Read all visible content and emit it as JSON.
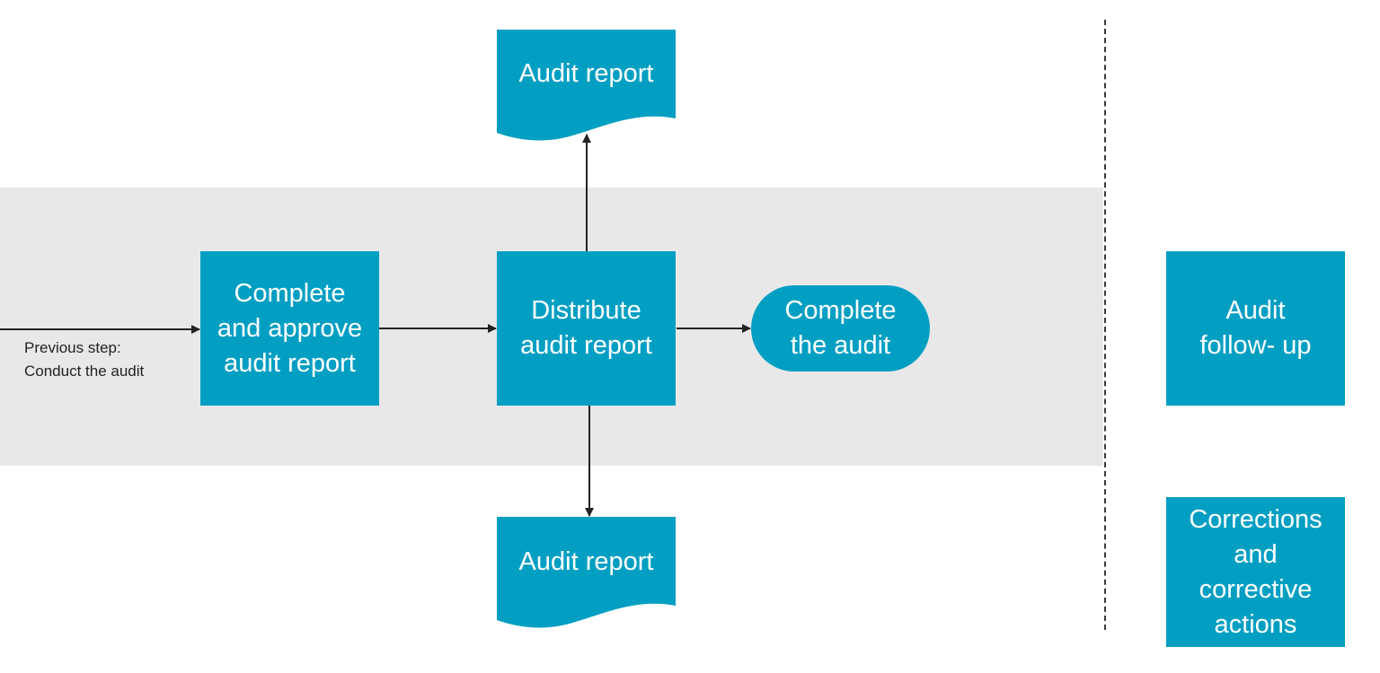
{
  "colors": {
    "box": "#039fc3",
    "band": "#e9e8e9",
    "line": "#222222"
  },
  "previous_step": {
    "line1": "Previous step:",
    "line2": "Conduct the audit"
  },
  "nodes": {
    "complete_approve": [
      "Complete",
      "and approve",
      "audit report"
    ],
    "distribute": [
      "Distribute",
      "audit report"
    ],
    "complete_audit": [
      "Complete",
      "the audit"
    ],
    "audit_report_top": "Audit report",
    "audit_report_bottom": "Audit report",
    "audit_followup": [
      "Audit",
      "follow- up"
    ],
    "corrections": [
      "Corrections",
      "and",
      "corrective",
      "actions"
    ]
  }
}
